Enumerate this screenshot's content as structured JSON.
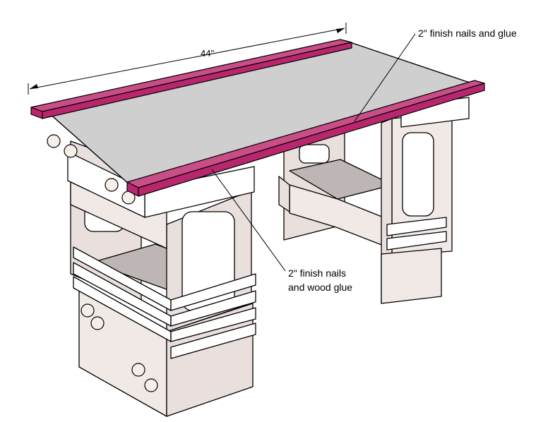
{
  "annotations": {
    "width_dimension": "44\"",
    "top_callout": "2\" finish nails and glue",
    "trim_callout_line1": "2\" finish nails",
    "trim_callout_line2": "and wood glue"
  }
}
